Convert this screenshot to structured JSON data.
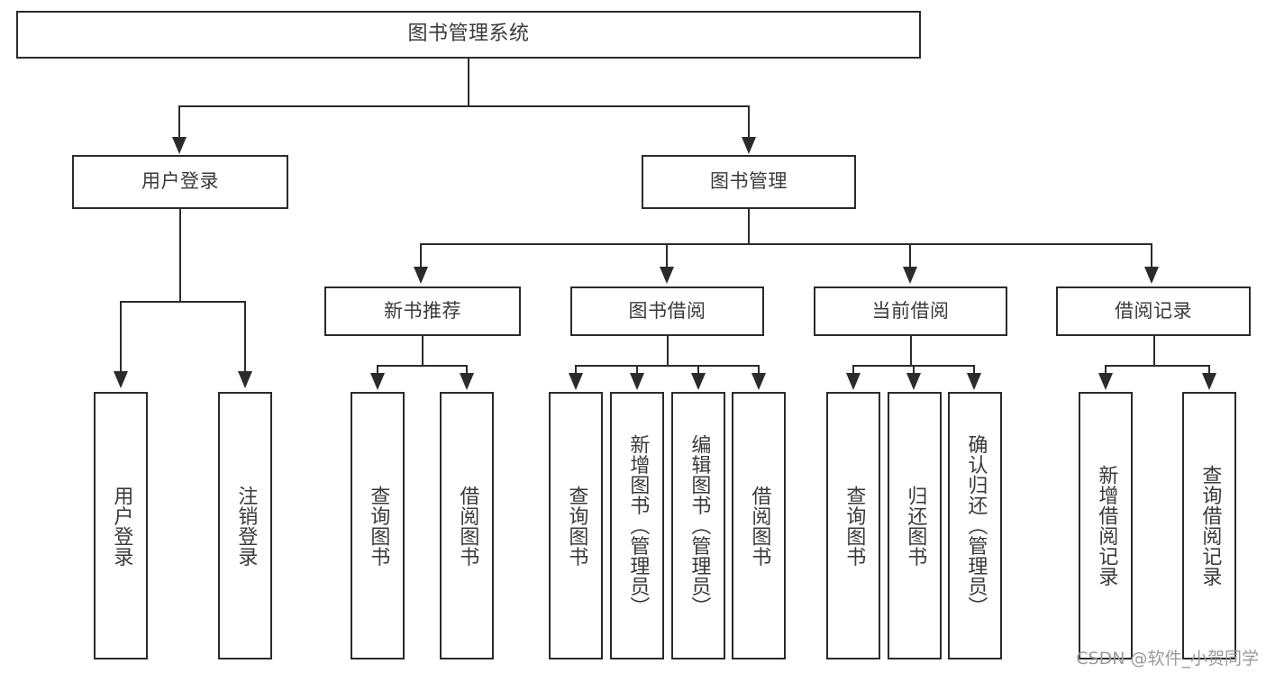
{
  "diagram": {
    "title": "图书管理系统",
    "watermark": "CSDN @软件_小贺同学",
    "colors": {
      "stroke": "#2b2b2b",
      "text": "#3a3a3a",
      "background": "#ffffff",
      "watermark": "#9a9a9a"
    },
    "levels": {
      "root": {
        "label": "图书管理系统"
      },
      "level1": [
        {
          "label": "用户登录"
        },
        {
          "label": "图书管理"
        }
      ],
      "level2": [
        {
          "label": "新书推荐"
        },
        {
          "label": "图书借阅"
        },
        {
          "label": "当前借阅"
        },
        {
          "label": "借阅记录"
        }
      ],
      "leaves_user_login": [
        {
          "label": "用户登录"
        },
        {
          "label": "注销登录"
        }
      ],
      "leaves_new_book": [
        {
          "label": "查询图书"
        },
        {
          "label": "借阅图书"
        }
      ],
      "leaves_borrow": [
        {
          "label": "查询图书"
        },
        {
          "label": "新增图书（管理员）"
        },
        {
          "label": "编辑图书（管理员）"
        },
        {
          "label": "借阅图书"
        }
      ],
      "leaves_current": [
        {
          "label": "查询图书"
        },
        {
          "label": "归还图书"
        },
        {
          "label": "确认归还（管理员）"
        }
      ],
      "leaves_record": [
        {
          "label": "新增借阅记录"
        },
        {
          "label": "查询借阅记录"
        }
      ]
    }
  }
}
